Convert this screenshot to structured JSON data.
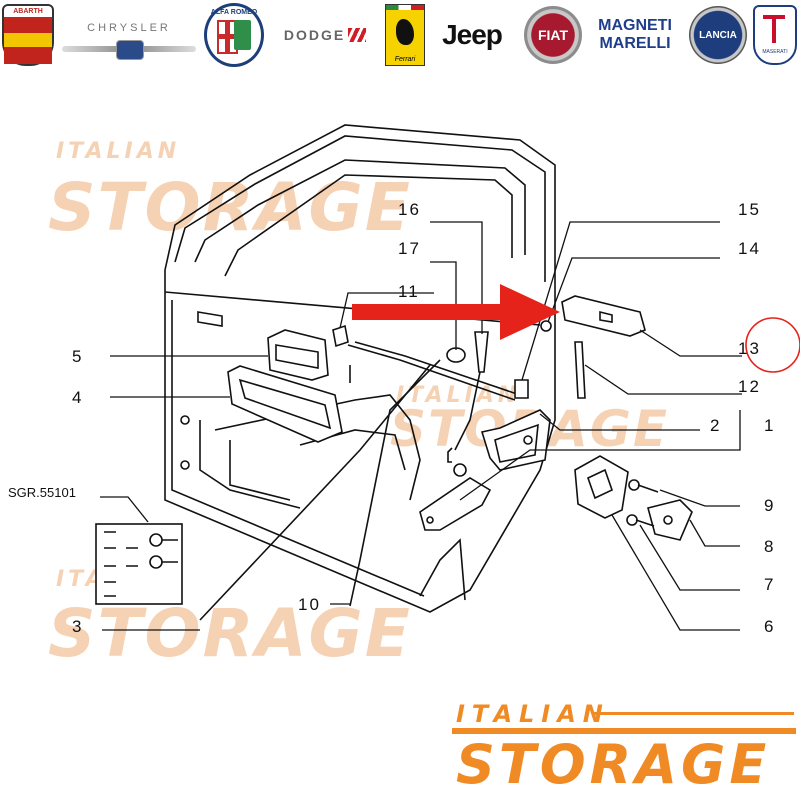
{
  "brands": {
    "abarth": "ABARTH",
    "chrysler": "CHRYSLER",
    "alfa_romeo": "ALFA ROMEO",
    "dodge": "DODGE",
    "ferrari": "Ferrari",
    "jeep": "Jeep",
    "fiat": "FIAT",
    "magneti_marelli_line1": "MAGNETI",
    "magneti_marelli_line2": "MARELLI",
    "lancia": "LANCIA",
    "maserati": "MASERATI"
  },
  "watermark": {
    "small": "ITALIAN",
    "big": "STORAGE"
  },
  "callouts": {
    "c1": "1",
    "c2": "2",
    "c3": "3",
    "c4": "4",
    "c5": "5",
    "c6": "6",
    "c7": "7",
    "c8": "8",
    "c9": "9",
    "c10": "10",
    "c11": "11",
    "c12": "12",
    "c13": "13",
    "c14": "14",
    "c15": "15",
    "c16": "16",
    "c17": "17"
  },
  "kit_label": "SGR.55101",
  "highlight": {
    "arrow_color": "#e5231b",
    "circle_color": "#e5231b"
  },
  "logo": {
    "line1": "ITALIAN",
    "line2": "STORAGE",
    "color": "#f08a24"
  }
}
